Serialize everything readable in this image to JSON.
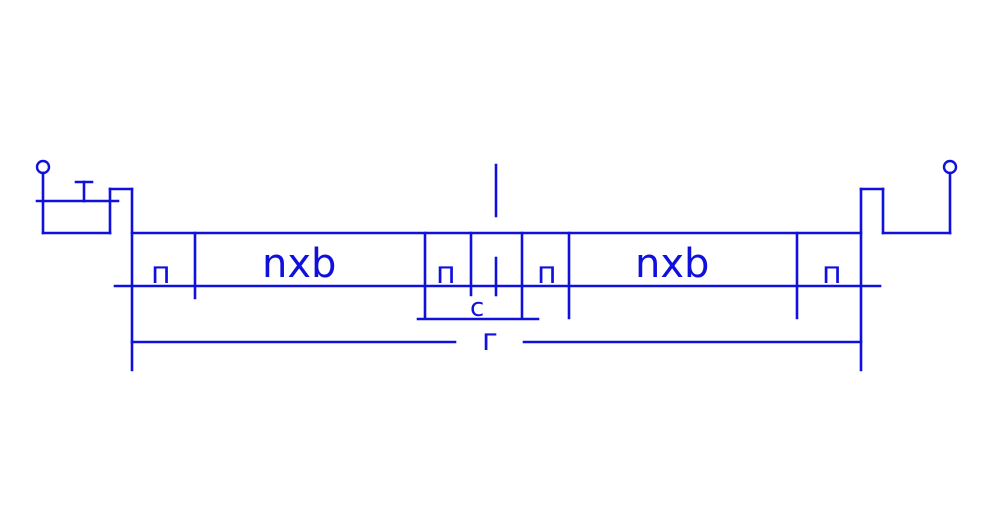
{
  "diagram": {
    "labels": {
      "section_left": "nxb",
      "section_right": "nxb",
      "pile_far_left": "п",
      "pile_center_left": "п",
      "pile_center_right": "п",
      "pile_far_right": "п",
      "gap_dimension": "c",
      "total_dimension": "г"
    },
    "line_color": "#1010dd",
    "background_color": "#ffffff"
  }
}
